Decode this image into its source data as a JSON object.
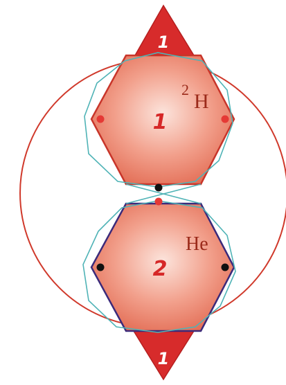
{
  "labels": {
    "top_triangle": "1",
    "bottom_triangle": "1",
    "upper_hexagon": "1",
    "lower_hexagon": "2",
    "isotope_superscript": "2",
    "upper_element": "H",
    "lower_element": "He"
  },
  "colors": {
    "hexagon_fill_center": "#fbe0d8",
    "hexagon_fill_edge": "#e36e56",
    "hexagon_stroke": "#c8352a",
    "lower_hexagon_stroke": "#3b2a7a",
    "triangle_fill": "#d72b2b",
    "circle_stroke": "#d0392b",
    "teal_polygon": "#4fb3b6",
    "dot_red": "#e53935",
    "dot_black": "#111111",
    "label_number": "#d62828",
    "label_element": "#9b2a1a"
  }
}
